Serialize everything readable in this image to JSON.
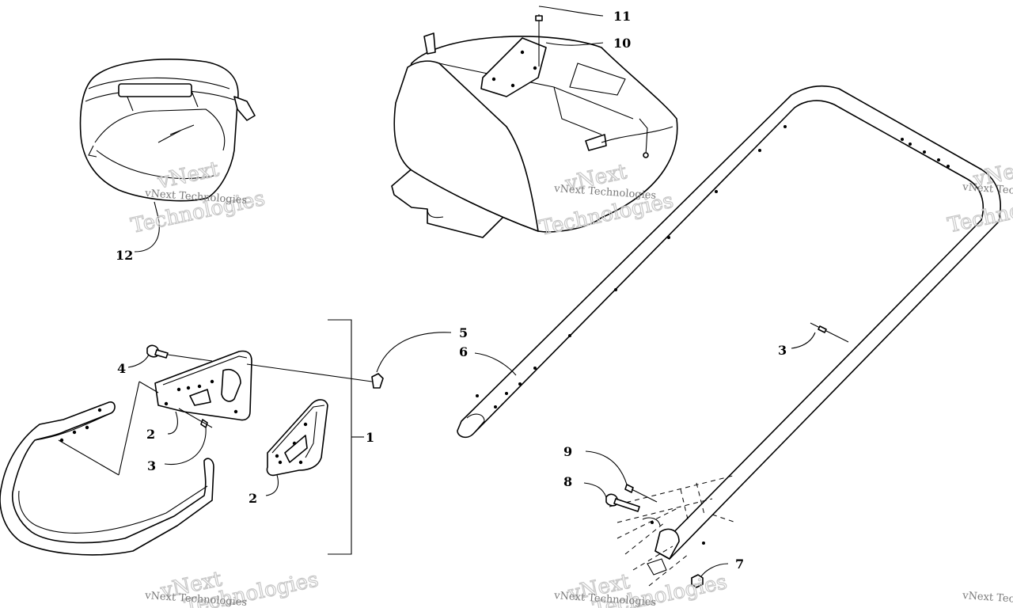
{
  "diagram": {
    "callouts": [
      {
        "id": "c1",
        "label": "1"
      },
      {
        "id": "c2a",
        "label": "2"
      },
      {
        "id": "c2b",
        "label": "2"
      },
      {
        "id": "c3a",
        "label": "3"
      },
      {
        "id": "c3b",
        "label": "3"
      },
      {
        "id": "c4",
        "label": "4"
      },
      {
        "id": "c5",
        "label": "5"
      },
      {
        "id": "c6",
        "label": "6"
      },
      {
        "id": "c7",
        "label": "7"
      },
      {
        "id": "c8",
        "label": "8"
      },
      {
        "id": "c9",
        "label": "9"
      },
      {
        "id": "c10",
        "label": "10"
      },
      {
        "id": "c11",
        "label": "11"
      },
      {
        "id": "c12",
        "label": "12"
      }
    ],
    "watermark": {
      "line1": "vNext Technologies",
      "big1": "vNext",
      "big2": "Technologies"
    }
  }
}
